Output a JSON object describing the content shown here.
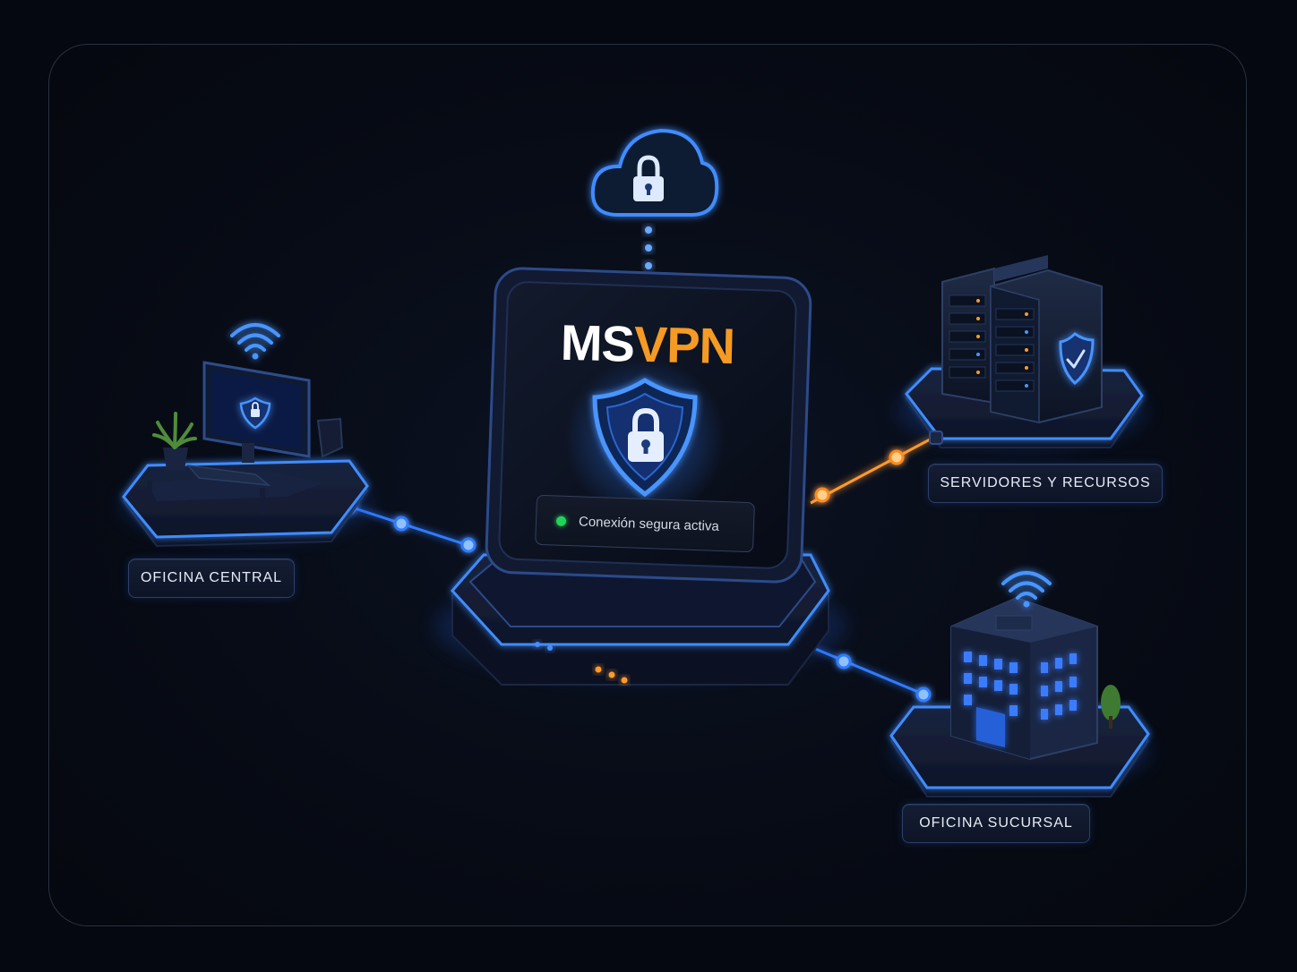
{
  "brand": {
    "prefix": "MS",
    "suffix": "VPN",
    "prefix_color": "#ffffff",
    "suffix_color": "#f59a23"
  },
  "status": {
    "text": "Conexión segura activa",
    "indicator_color": "#22d35a"
  },
  "nodes": {
    "central_office": {
      "label": "OFICINA CENTRAL"
    },
    "servers": {
      "label": "SERVIDORES Y RECURSOS"
    },
    "branch_office": {
      "label": "OFICINA SUCURSAL"
    }
  },
  "colors": {
    "glow_blue": "#2f7bff",
    "link_orange": "#ff9a2e",
    "background": "#070b15"
  },
  "icons": [
    "cloud-lock-icon",
    "shield-lock-icon",
    "wifi-icon",
    "shield-check-icon",
    "server-rack-icon",
    "building-icon",
    "desk-computer-icon"
  ]
}
